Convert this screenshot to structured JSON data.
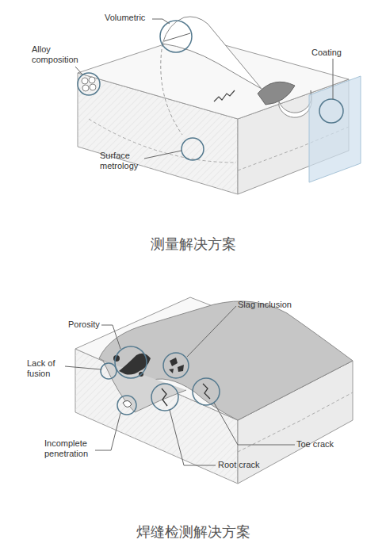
{
  "diagram": {
    "labels": [
      "Volumetric",
      "Alloy composition",
      "Coating",
      "Surface metrology",
      "测量解决方案",
      "Porosity",
      "Slag inclusion",
      "Lack of fusion",
      "Incomplete penetration",
      "Toe crack",
      "Root crack",
      "焊缝检测解决方案"
    ]
  }
}
